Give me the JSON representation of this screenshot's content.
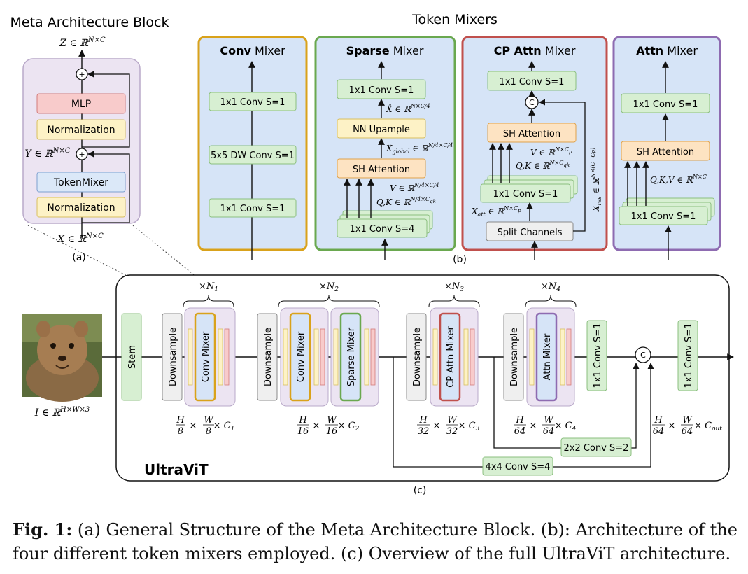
{
  "titles": {
    "meta": "Meta Architecture Block",
    "mixers": "Token Mixers"
  },
  "meta_block": {
    "output": "Z ∈ ℝ^{N×C}",
    "mlp": "MLP",
    "norm_top": "Normalization",
    "intermediate": "Y ∈ ℝ^{N×C}",
    "token_mixer": "TokenMixer",
    "norm_bottom": "Normalization",
    "input": "X ∈ ℝ^{N×C}",
    "label": "(a)"
  },
  "conv_mixer": {
    "title_bold": "Conv",
    "title_rest": " Mixer",
    "boxes": [
      "1x1 Conv S=1",
      "5x5 DW Conv S=1",
      "1x1 Conv S=1"
    ]
  },
  "sparse_mixer": {
    "title_bold": "Sparse",
    "title_rest": " Mixer",
    "boxes": [
      "1x1 Conv S=1",
      "NN Upample",
      "SH Attention",
      "1x1 Conv S=4"
    ],
    "ann_xhat": "X̂ ∈ ℝ^{N×C/4}",
    "ann_global": "X̃_global ∈ ℝ^{N/4×C/4}",
    "ann_v": "V ∈ ℝ^{N/4×C/4}",
    "ann_qk": "Q,K ∈ ℝ^{N/4×C_qk}"
  },
  "cp_mixer": {
    "title_bold": "CP Attn",
    "title_rest": " Mixer",
    "boxes": [
      "1x1 Conv S=1",
      "SH Attention",
      "1x1 Conv S=1",
      "Split Channels"
    ],
    "concat": "C",
    "ann_v": "V ∈ ℝ^{N×C_p}",
    "ann_qk": "Q,K ∈ ℝ^{N×C_qk}",
    "ann_att": "X_att ∈ ℝ^{N×C_p}",
    "ann_res": "X_res ∈ ℝ^{N×(C−C_p)}",
    "label": "(b)"
  },
  "attn_mixer": {
    "title_bold": "Attn",
    "title_rest": " Mixer",
    "boxes": [
      "1x1 Conv S=1",
      "SH Attention",
      "1x1 Conv S=1"
    ],
    "ann_qkv": "Q,K,V ∈ ℝ^{N×C}"
  },
  "ultravit": {
    "name": "UltraViT",
    "label": "(c)",
    "input": "I ∈ ℝ^{H×W×3}",
    "stem": "Stem",
    "downsample": "Downsample",
    "stage1_mixer": "Conv Mixer",
    "stage2_mixer_a": "Conv Mixer",
    "stage2_mixer_b": "Sparse Mixer",
    "stage3_mixer": "CP Attn Mixer",
    "stage4_mixer": "Attn Mixer",
    "reps": [
      "×N₁",
      "×N₂",
      "×N₃",
      "×N₄"
    ],
    "dims": [
      "H/8 × W/8 × C₁",
      "H/16 × W/16 × C₂",
      "H/32 × W/32 × C₃",
      "H/64 × W/64 × C₄",
      "H/64 × W/64 × C_out"
    ],
    "conv_after_s4": "1x1 Conv S=1",
    "conv_final": "1x1 Conv S=1",
    "concat": "C",
    "skip_2x2": "2x2 Conv S=2",
    "skip_4x4": "4x4 Conv S=4"
  },
  "caption": {
    "label": "Fig. 1:",
    "text": " (a) General Structure of the Meta Architecture Block. (b): Architecture of the four different token mixers employed. (c) Overview of the full UltraViT architecture."
  },
  "colors": {
    "conv": "#d9a21b",
    "sparse": "#6aa84f",
    "cp": "#c0504d",
    "attn": "#8e6bb1",
    "panel_fill": "#d6e4f7",
    "green_box": "#d7efd2",
    "orange_box": "#fde3c2",
    "yellow_box": "#fdf2c6",
    "red_box": "#f8cbcb",
    "blue_box": "#dbe8f8"
  }
}
